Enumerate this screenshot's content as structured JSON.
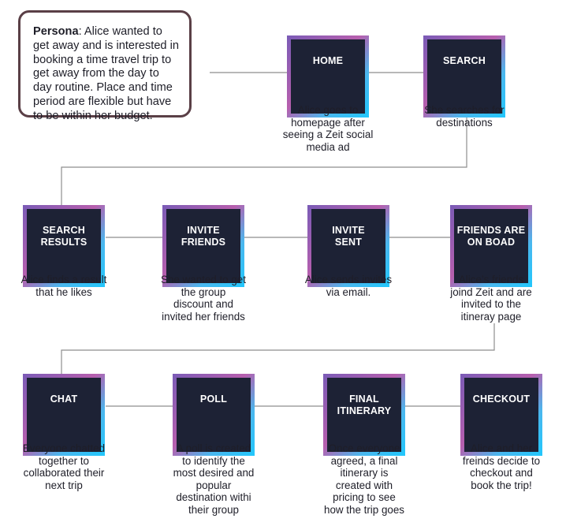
{
  "persona": {
    "label": "Persona",
    "text": ": Alice wanted to get away and is interested in booking a time travel trip to get away from the day to day routine. Place and time period are flexible but have to be within her budget."
  },
  "steps": [
    {
      "title": "HOME",
      "desc": "Alice goes to\nhomepage after\nseeing a Zeit social\nmedia ad"
    },
    {
      "title": "SEARCH",
      "desc": "She searches for\ndestinations"
    },
    {
      "title": "SEARCH\nRESULTS",
      "desc": "Alice finds a result\nthat he likes"
    },
    {
      "title": "INVITE\nFRIENDS",
      "desc": "She wanted to get\nthe group\ndiscount and\ninvited her friends"
    },
    {
      "title": "INVITE\nSENT",
      "desc": "Alice sends invites\nvia email."
    },
    {
      "title": "FRIENDS ARE\nON BOAD",
      "desc": "Alice’s friends\njoind Zeit and are\ninvited to the\nitineray page"
    },
    {
      "title": "CHAT",
      "desc": "Everyone chatted\ntogether to\ncollaborated their\nnext trip"
    },
    {
      "title": "POLL",
      "desc": "A poll is created\nto identify the\nmost desired and\npopular\ndestination withi\ntheir group"
    },
    {
      "title": "FINAL\nITINERARY",
      "desc": "Once everyone\nagreed, a final\nitinerary is\ncreated with\npricing to see\nhow the trip goes"
    },
    {
      "title": "CHECKOUT",
      "desc": "Alice and her\nfreinds decide to\ncheckout and\nbook the trip!"
    }
  ]
}
